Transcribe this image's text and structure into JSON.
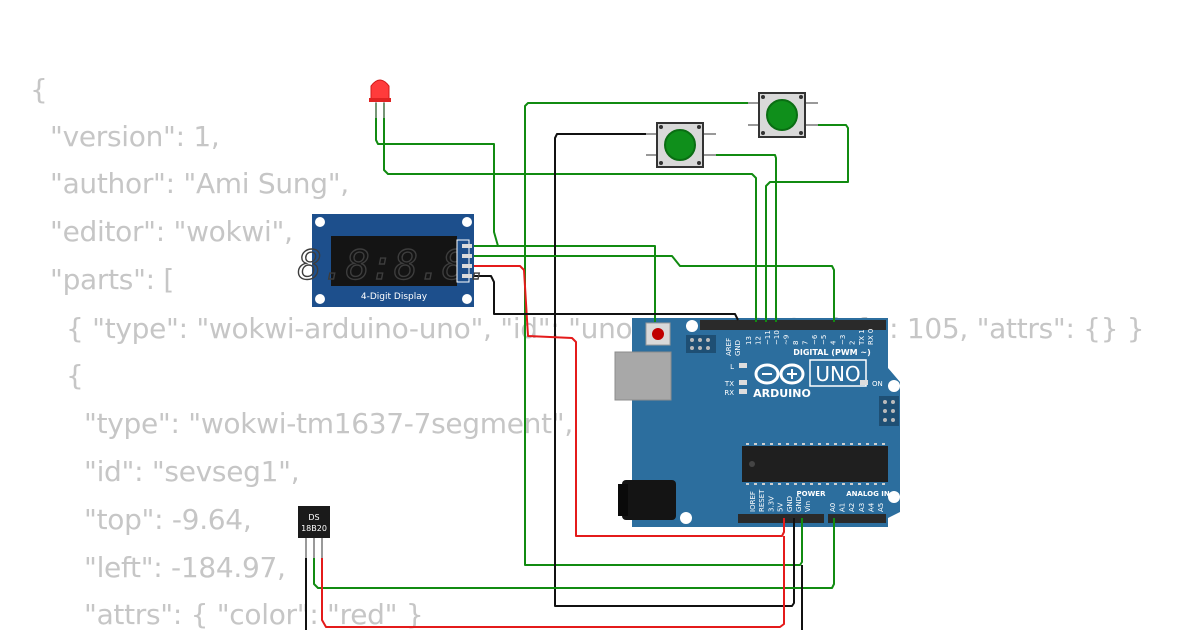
{
  "code_lines": [
    "{",
    "\"version\": 1,",
    "\"author\": \"Ami Sung\",",
    "\"editor\": \"wokwi\",",
    "\"parts\": [",
    "{ \"type\": \"wokwi-arduino-uno\", \"id\": \"uno\", \"top\": 200, \"left\": 105, \"attrs\": {} }",
    "{",
    "\"type\": \"wokwi-tm1637-7segment\",",
    "\"id\": \"sevseg1\",",
    "\"top\": -9.64,",
    "\"left\": -184.97,",
    "\"attrs\": { \"color\": \"red\" }"
  ],
  "display": {
    "digits": "8.8:8.8.",
    "label": "4-Digit Display"
  },
  "sensor": {
    "label_line1": "DS",
    "label_line2": "18B20"
  },
  "arduino": {
    "logo_text": "UNO",
    "brand": "ARDUINO",
    "digital_label": "DIGITAL (PWM ~)",
    "power_label": "POWER",
    "analog_label": "ANALOG IN",
    "on_label": "ON",
    "l_label": "L",
    "tx_label": "TX",
    "rx_label": "RX",
    "aref_label": "AREF",
    "gnd_label": "GND",
    "digital_pins": [
      "13",
      "12",
      "~11",
      "~10",
      "~9",
      "8",
      "7",
      "~6",
      "~5",
      "4",
      "~3",
      "2",
      "TX 1",
      "RX 0"
    ],
    "power_pins": [
      "IOREF",
      "RESET",
      "3.3V",
      "5V",
      "GND",
      "GND",
      "Vin"
    ],
    "analog_pins": [
      "A0",
      "A1",
      "A2",
      "A3",
      "A4",
      "A5"
    ]
  },
  "colors": {
    "wire_green": "#118b11",
    "wire_black": "#111111",
    "wire_red": "#e41b1b",
    "board_blue": "#2c6e9e",
    "display_blue": "#1d4f8c",
    "segment_off": "#3a3a3a",
    "button_green": "#0f8f1b",
    "led_red": "#ff3b3b"
  }
}
